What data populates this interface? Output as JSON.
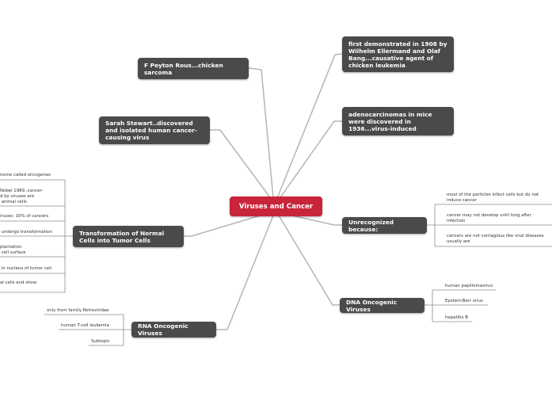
{
  "root": {
    "label": "Viruses and Cancer"
  },
  "branches": {
    "rous": "F Peyton Rous...chicken sarcoma",
    "ellermand": "first demonstrated in 1908 by Wilhelm Ellermand and Olaf Bang...causative agent of chicken leukemia",
    "stewart": "Sarah Stewart..discovered and isolated human cancer-causing virus",
    "adeno": "adenocarcinomas in mice were discovered in 1936...virus-induced",
    "unrecognized": "Unrecognized because:",
    "transformation": "Transformation of Normal Cells into Tumor Cells",
    "dna": "DNA Oncogenic Viruses",
    "rna": "RNA Oncogenic Viruses"
  },
  "unrecognized_items": [
    "most of the particles infect cells but do not induce cancer",
    "cancer may not develop until long after infection",
    "cancers are not contagious like viral diseases usually are"
  ],
  "dna_items": [
    "human papillomavirus",
    "Epstein-Barr virus",
    "hepatitis B"
  ],
  "rna_items": [
    "only from family Retroviridae",
    "human T-cell leukemia",
    "Subtopic"
  ],
  "transformation_items": [
    "nome called oncogenes",
    "Nobel 1989..cancer-\nd by viruses are\n animal cells",
    "iruses:  10% of cancers",
    " undergo transformation",
    "plantation\n cell surface",
    " in nucleus of tumor cell",
    "al cells and show"
  ],
  "colors": {
    "root": "#c8243a",
    "node": "#4a4a4a",
    "connector": "#b5b5b5",
    "bracket": "#8a8a8a"
  }
}
